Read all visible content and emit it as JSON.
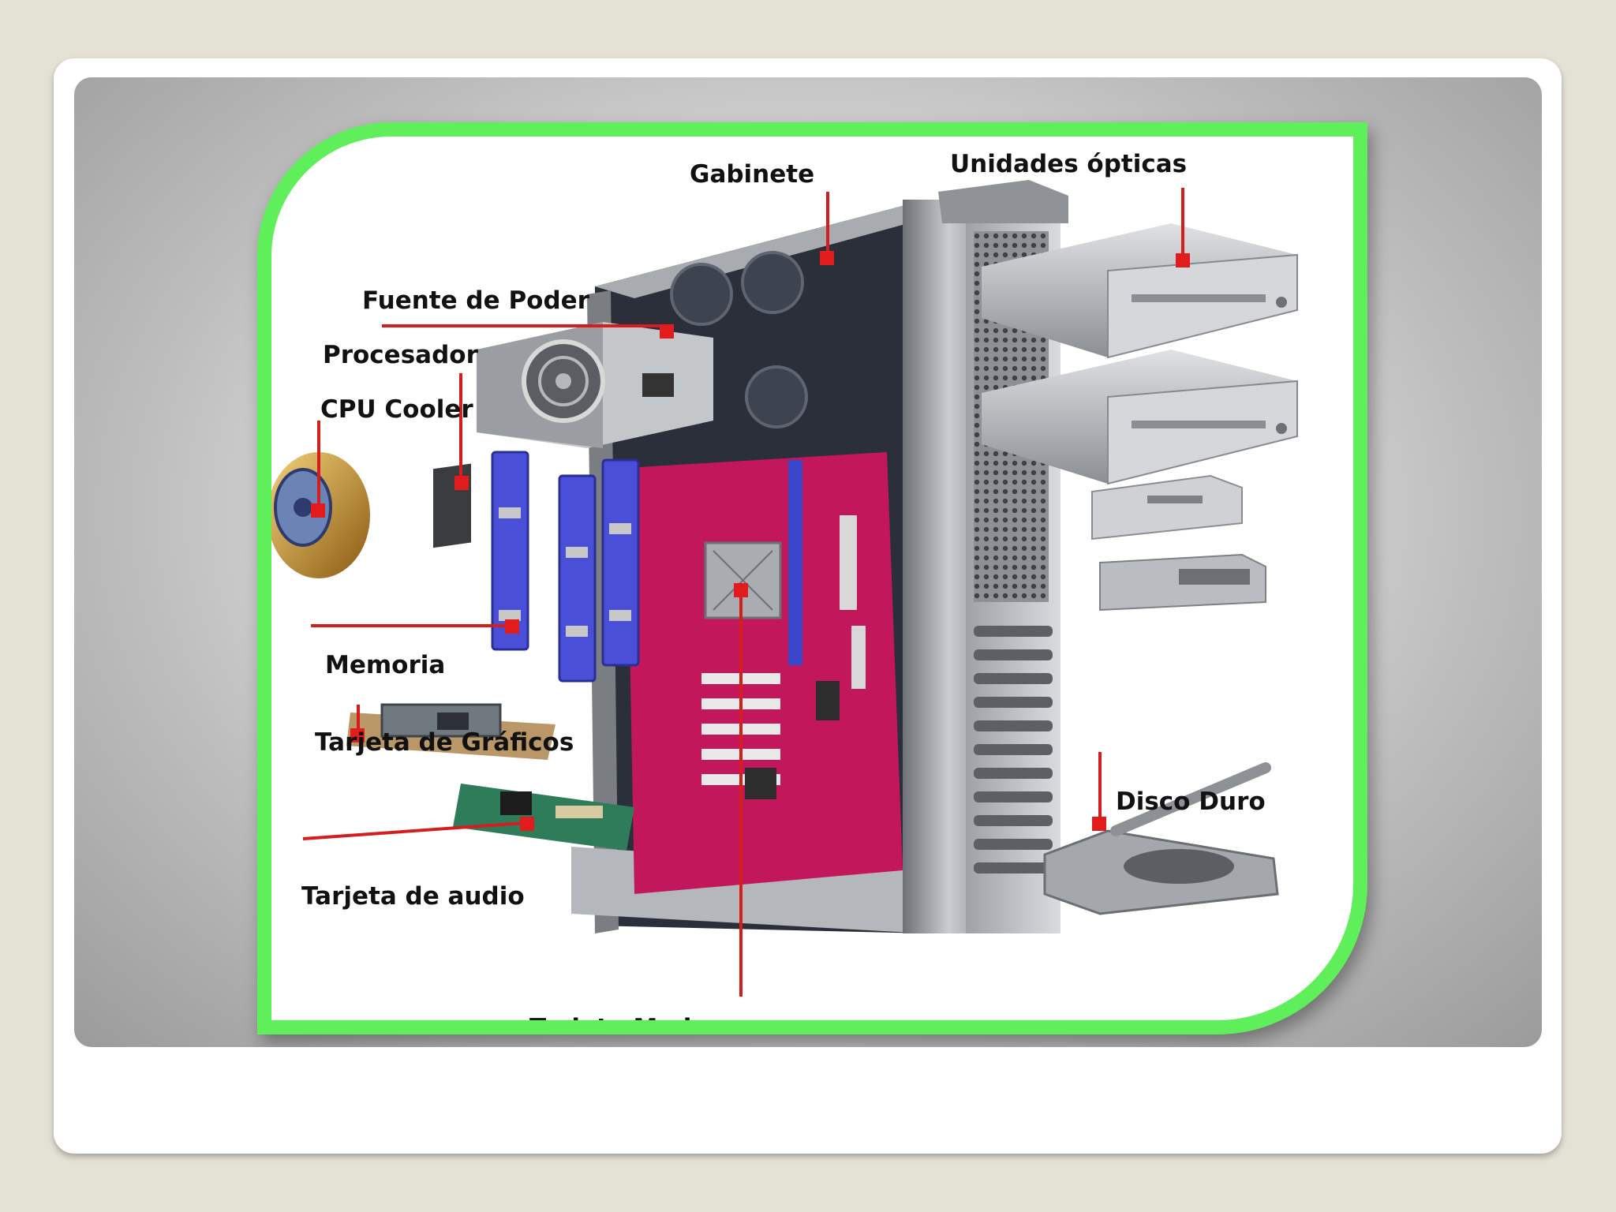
{
  "diagram": {
    "labels": {
      "gabinete": "Gabinete",
      "unidades_opticas": "Unidades ópticas",
      "fuente_de_poder": "Fuente de Poder",
      "procesador": "Procesador",
      "cpu_cooler": "CPU Cooler",
      "memoria": "Memoria",
      "tarjeta_de_graficos": "Tarjeta de Gráficos",
      "tarjeta_de_audio": "Tarjeta de audio",
      "tarjeta_madre": "Tarjeta Madre",
      "disco_duro": "Disco Duro"
    },
    "colors": {
      "frame": "#5fef5a",
      "leader": "#d41e1e",
      "motherboard": "#c2185b",
      "ram": "#4a4fd8"
    }
  }
}
